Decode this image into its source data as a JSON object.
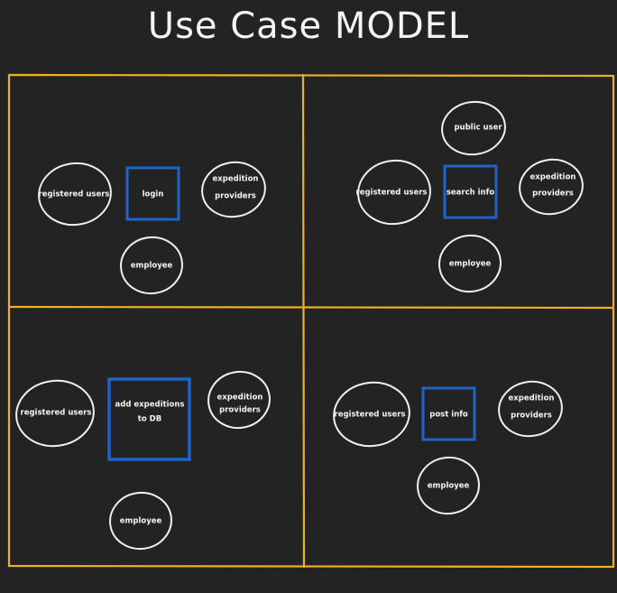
{
  "title": "Use Case MODEL",
  "colors": {
    "background": "#232323",
    "grid": "#f0b020",
    "use_case_box": "#1f63c8",
    "actor_outline": "#f0f0f0",
    "text": "#f4f4f4"
  },
  "panels": [
    {
      "use_case": {
        "line1": "login",
        "line2": ""
      },
      "actors": [
        {
          "line1": "registered users",
          "line2": ""
        },
        {
          "line1": "expedition",
          "line2": "providers"
        },
        {
          "line1": "employee",
          "line2": ""
        }
      ]
    },
    {
      "use_case": {
        "line1": "search info",
        "line2": ""
      },
      "actors": [
        {
          "line1": "public user",
          "line2": ""
        },
        {
          "line1": "registered users",
          "line2": ""
        },
        {
          "line1": "expedition",
          "line2": "providers"
        },
        {
          "line1": "employee",
          "line2": ""
        }
      ]
    },
    {
      "use_case": {
        "line1": "add expeditions",
        "line2": "to DB"
      },
      "actors": [
        {
          "line1": "registered users",
          "line2": ""
        },
        {
          "line1": "expedition",
          "line2": "providers"
        },
        {
          "line1": "employee",
          "line2": ""
        }
      ]
    },
    {
      "use_case": {
        "line1": "post info",
        "line2": ""
      },
      "actors": [
        {
          "line1": "registered users",
          "line2": ""
        },
        {
          "line1": "expedition",
          "line2": "providers"
        },
        {
          "line1": "employee",
          "line2": ""
        }
      ]
    }
  ]
}
